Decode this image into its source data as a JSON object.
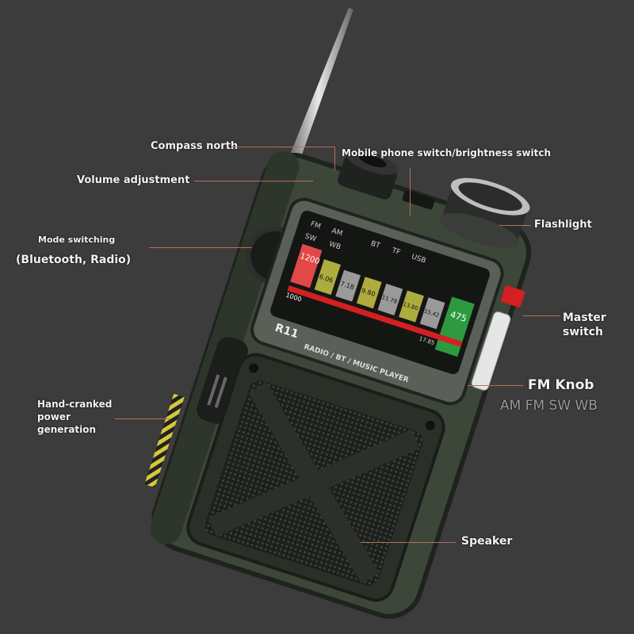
{
  "callouts": {
    "compass_north": "Compass north",
    "volume_adjustment": "Volume adjustment",
    "mode_switching": "Mode switching",
    "mode_switching_detail": "(Bluetooth, Radio)",
    "mobile_phone_switch": "Mobile phone switch/brightness switch",
    "flashlight": "Flashlight",
    "master_switch_line1": "Master",
    "master_switch_line2": "switch",
    "fm_knob": "FM Knob",
    "fm_knob_bands": "AM FM SW WB",
    "hand_crank_line1": "Hand-cranked",
    "hand_crank_line2": "power",
    "hand_crank_line3": "generation",
    "speaker": "Speaker"
  },
  "radio_display": {
    "model": "R11",
    "subtitle": "RADIO / BT / MUSIC PLAYER",
    "band_labels_top": [
      "FM",
      "AM",
      "BT",
      "TF",
      "USB"
    ],
    "band_labels_left": [
      "SW",
      "WB"
    ],
    "frequencies": [
      "1200",
      "6.06",
      "7.18",
      "9.80",
      "11.78",
      "13.80",
      "15.42",
      "17.85",
      "1000"
    ],
    "highlight_value": "475"
  },
  "colors": {
    "background": "#3c3c3c",
    "body": "#3f4a3c",
    "leader_line": "#b5705a",
    "master_switch": "#d42020",
    "display_green": "#2e9a40"
  }
}
